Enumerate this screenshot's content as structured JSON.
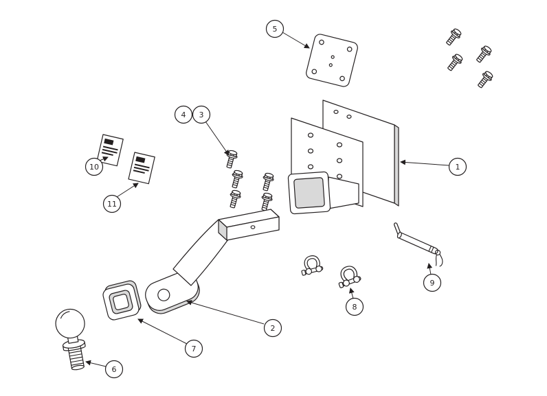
{
  "diagram": {
    "callouts": [
      {
        "label": "1"
      },
      {
        "label": "2"
      },
      {
        "label": "3"
      },
      {
        "label": "4"
      },
      {
        "label": "5"
      },
      {
        "label": "6"
      },
      {
        "label": "7"
      },
      {
        "label": "8"
      },
      {
        "label": "9"
      },
      {
        "label": "10"
      },
      {
        "label": "11"
      }
    ],
    "colors": {
      "line": "#231f20",
      "fill": "#ffffff",
      "shade": "#d9d9d9",
      "background": "#ffffff"
    }
  }
}
